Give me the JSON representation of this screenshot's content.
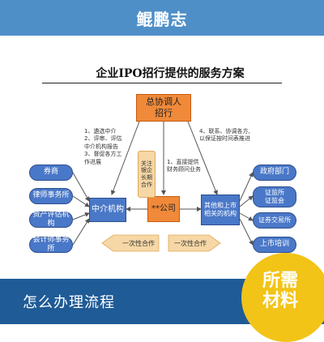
{
  "header": {
    "title": "鲲鹏志"
  },
  "diagram": {
    "title": "企业IPO招行提供的服务方案",
    "center_top": "总协调人\n招行",
    "center_company": "**公司",
    "middle_pill": "关注\n银企\n长期\n合作",
    "left_hub": "中介机构",
    "right_hub": "其他和上市\n相关的机构",
    "left_nodes": [
      "券商",
      "律师事务所",
      "资产评估机构",
      "会计师事务所"
    ],
    "right_nodes": [
      "政府部门",
      "证监所\n证监会",
      "证券交易所",
      "上市培训"
    ],
    "note_left": "1、遴选中介\n2、评审、评估\n中介机构报告\n3、督促各方工\n作进展",
    "note_right": "4、联系、协调各方,\n以保证按时间表推进",
    "note_center": "1、直接提供\n财务顾问业务",
    "arrow_left": "一次性合作",
    "arrow_right": "一次性合作"
  },
  "footer": {
    "caption": "怎么办理流程"
  },
  "badge": {
    "line1": "所需",
    "line2": "材料"
  },
  "colors": {
    "banner": "#4f8fc8",
    "node_orange": "#f08a3a",
    "node_blue": "#4a78c8",
    "footer": "#1f5b96",
    "badge": "#f2c418"
  }
}
